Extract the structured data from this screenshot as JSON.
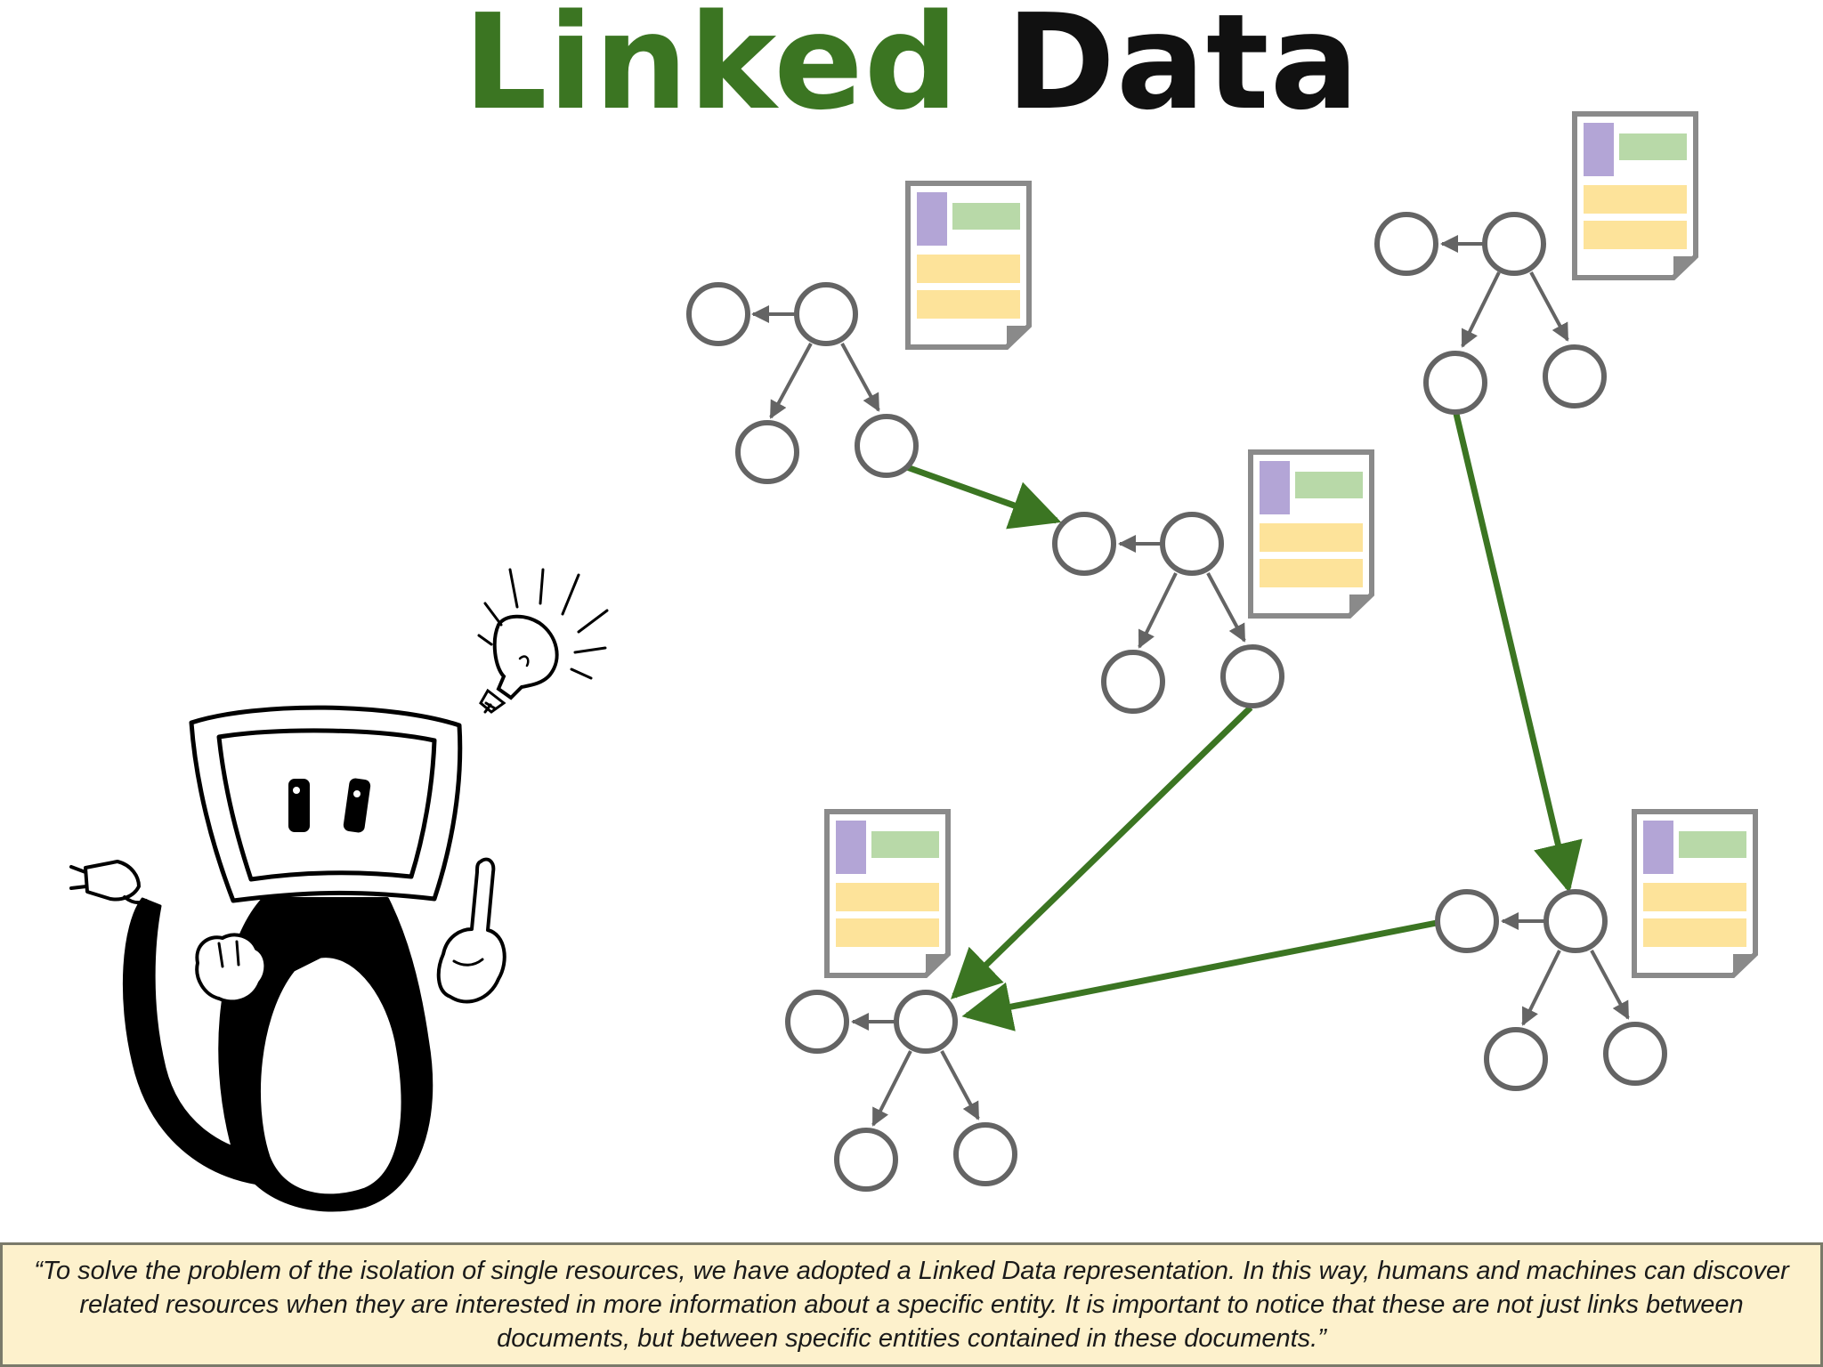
{
  "title": {
    "part1": "Linked",
    "part2": "Data",
    "part1_color": "#3b7522",
    "part2_color": "#111111"
  },
  "caption": "“To solve the problem of the isolation of single resources, we have adopted a Linked Data representation. In this way, humans and machines can discover related resources when they are interested in more information about a specific entity. It is important to notice that these are not just links between documents, but between specific entities contained in these documents.”",
  "colors": {
    "node_stroke": "#646464",
    "link_arrow": "#3b7522",
    "doc_border": "#8a8a8a",
    "doc_purple": "#b3a5d6",
    "doc_green": "#b8d9a8",
    "doc_yellow": "#fde39a",
    "caption_bg": "#fdf1cc"
  },
  "graph": {
    "node_count_per_cluster": 5,
    "clusters": [
      "cluster-top-left",
      "cluster-middle",
      "cluster-top-right",
      "cluster-bottom-left",
      "cluster-bottom-right"
    ],
    "links": [
      {
        "from": "cluster-top-left",
        "to": "cluster-middle"
      },
      {
        "from": "cluster-middle",
        "to": "cluster-bottom-left"
      },
      {
        "from": "cluster-top-right",
        "to": "cluster-bottom-right"
      },
      {
        "from": "cluster-bottom-right",
        "to": "cluster-bottom-left"
      }
    ]
  },
  "illustrations": [
    "robot-mascot",
    "lightbulb-icon",
    "power-plug-icon"
  ]
}
